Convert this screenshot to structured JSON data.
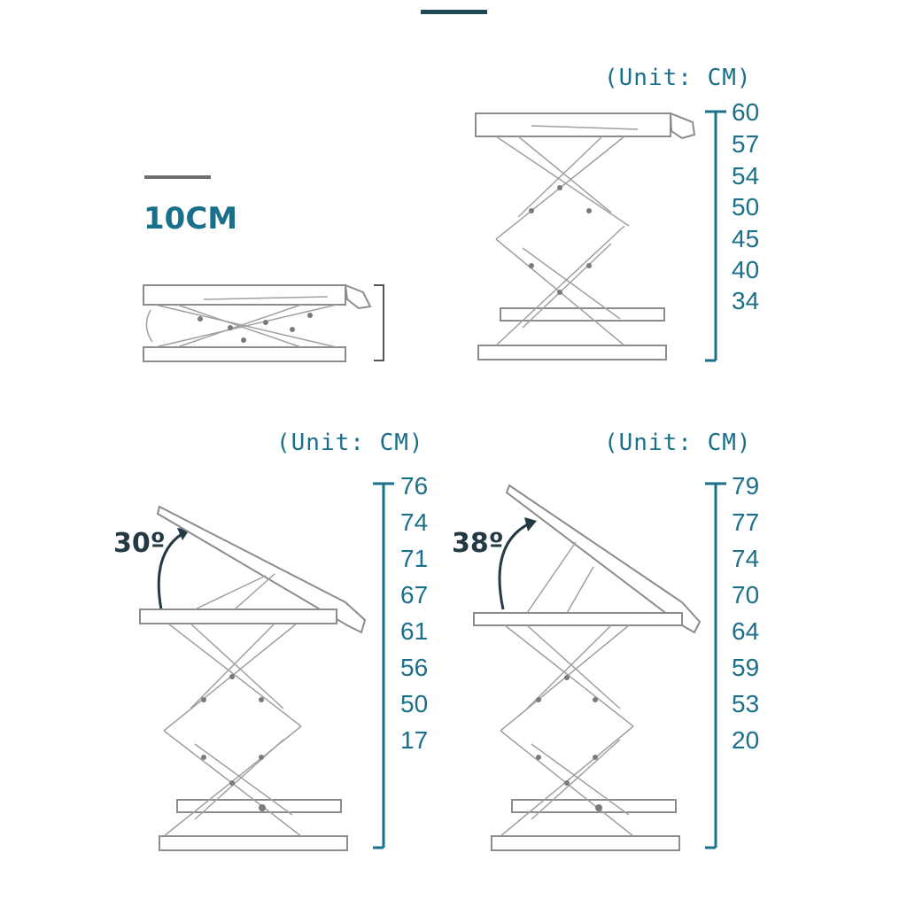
{
  "top_decoration_color": "#1f4a57",
  "accent_color": "#1a6f8a",
  "folded": {
    "height_label": "10CM"
  },
  "panel_top_right": {
    "unit_label": "(Unit: CM)",
    "ticks": [
      "60",
      "57",
      "54",
      "50",
      "45",
      "40",
      "34"
    ]
  },
  "panel_bottom_left": {
    "unit_label": "(Unit: CM)",
    "angle_label": "30º",
    "ticks": [
      "76",
      "74",
      "71",
      "67",
      "61",
      "56",
      "50",
      "17"
    ]
  },
  "panel_bottom_right": {
    "unit_label": "(Unit: CM)",
    "angle_label": "38º",
    "ticks": [
      "79",
      "77",
      "74",
      "70",
      "64",
      "59",
      "53",
      "20"
    ]
  }
}
